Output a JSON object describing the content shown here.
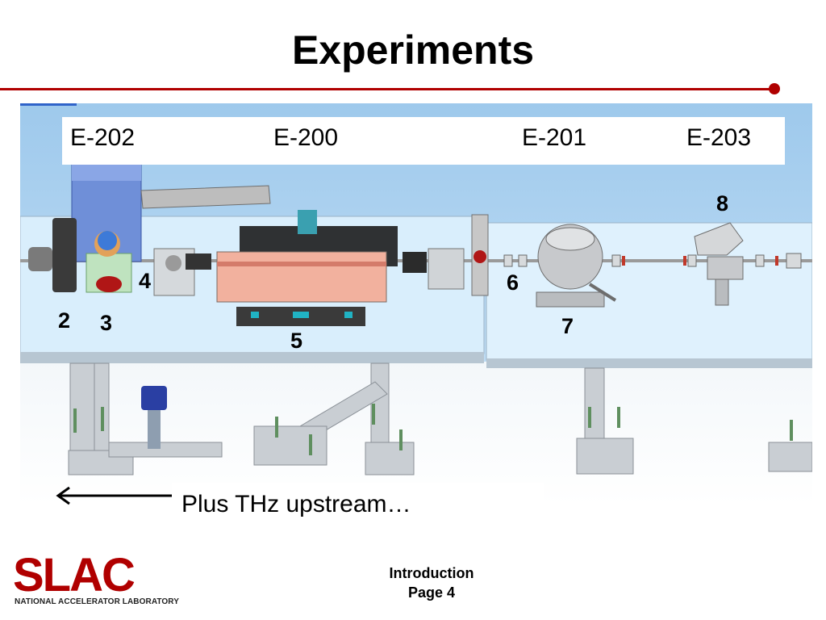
{
  "slide": {
    "title": "Experiments",
    "experiments": [
      "E-202",
      "E-200",
      "E-201",
      "E-203"
    ],
    "component_numbers": [
      "2",
      "3",
      "4",
      "5",
      "6",
      "7",
      "8"
    ],
    "upstream_note": "Plus THz upstream…",
    "footer": {
      "section": "Introduction",
      "page": "Page 4"
    },
    "logo": {
      "wordmark": "SLAC",
      "subtitle": "NATIONAL ACCELERATOR LABORATORY"
    }
  },
  "colors": {
    "accent_red": "#b00000",
    "sky": "#a9d0ef",
    "table_top": "#d8ecfb",
    "equipment_gray": "#c9c9c9",
    "dark_gray": "#3a3a3a"
  },
  "icons": [
    "left-arrow-icon",
    "slac-logo-icon"
  ]
}
